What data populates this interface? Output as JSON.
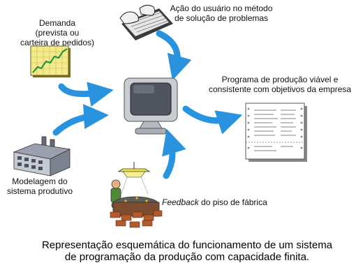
{
  "diagram": {
    "nodes": {
      "demand": {
        "line1": "Demanda",
        "line2": "(prevista ou",
        "line3": "carteira de pedidos)",
        "icon": "rising-line-chart-icon"
      },
      "user_action": {
        "line1": "Ação do usuário no método",
        "line2": "de solução de problemas",
        "icon": "hands-on-keyboard-icon"
      },
      "production_program": {
        "line1": "Programa de produção viável e",
        "line2": "consistente com objetivos da empresa",
        "icon": "printed-report-icon"
      },
      "system_model": {
        "line1": "Modelagem do",
        "line2": "sistema produtivo",
        "icon": "factory-icon"
      },
      "feedback": {
        "emphasis": "Feedback",
        "rest": " do piso de fábrica",
        "icon": "shop-floor-worker-icon"
      },
      "computer": {
        "icon": "crt-monitor-icon"
      }
    },
    "caption": {
      "line1": "Representação esquemática do funcionamento de um sistema",
      "line2": "de programação da produção com capacidade finita."
    },
    "colors": {
      "arrow": "#2a93e0",
      "chart_bg": "#f2ea8c",
      "chart_line": "#1e8f3a",
      "monitor": "#c9ccd2"
    }
  }
}
